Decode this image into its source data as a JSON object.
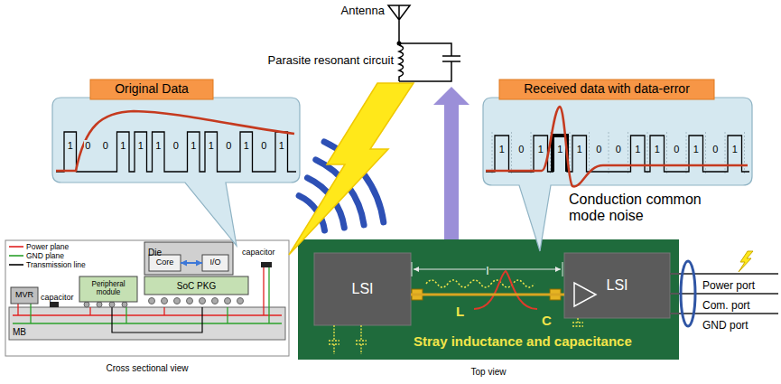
{
  "diagram": {
    "nodes": [
      {
        "text": [
          "Original Data"
        ]
      },
      {
        "text": [
          "Received data with data-error"
        ]
      },
      {
        "text": [
          "Cross sectional view"
        ]
      },
      {
        "text": [
          "Die"
        ],
        "in": 2
      },
      {
        "text": [
          "Core"
        ],
        "in": 3
      },
      {
        "text": [
          "I/O"
        ],
        "in": 3
      },
      {
        "text": [
          "SoC PKG"
        ],
        "in": 2
      },
      {
        "text": [
          "Peripheral module"
        ],
        "in": 2
      },
      {
        "text": [
          "MVR"
        ],
        "in": 2
      },
      {
        "text": [
          "MB"
        ],
        "in": 2
      },
      {
        "text": [
          "Top view"
        ]
      },
      {
        "text": [
          "LSI"
        ],
        "in": 10
      },
      {
        "text": [
          "LSI"
        ],
        "in": 10
      }
    ],
    "edges": [
      {
        "from": 4,
        "to": 5,
        "arrow": "both"
      },
      {
        "from": 11,
        "to": 12,
        "arrow": "none"
      }
    ],
    "labels": [
      "Antenna",
      "Parasite resonant circuit",
      "1",
      "0",
      "0",
      "1",
      "1",
      "1",
      "0",
      "1",
      "1",
      "0",
      "1",
      "0",
      "1",
      "1",
      "0",
      "1",
      "1",
      "1",
      "0",
      "0",
      "1",
      "1",
      "0",
      "1",
      "0",
      "1",
      "Conduction common mode noise",
      "capacitor",
      "capacitor",
      "l",
      "L",
      "C",
      "Stray inductance and capacitance",
      "Power port",
      "Com. port",
      "GND port"
    ],
    "legend": [
      {
        "text": "Power plane"
      },
      {
        "text": "GND plane"
      },
      {
        "text": "Transmission line"
      }
    ]
  }
}
